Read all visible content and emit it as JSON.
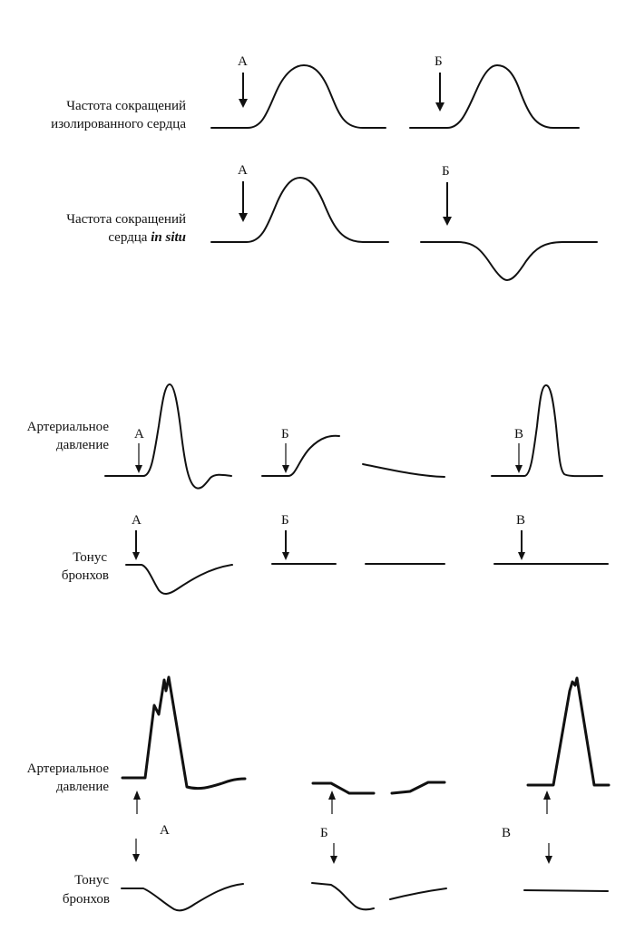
{
  "panel1": {
    "isolated_heart_label": [
      "Частота сокращений",
      "изолированного сердца"
    ],
    "in_situ_label_line1": "Частота сокращений",
    "in_situ_label_line2_prefix": "сердца ",
    "in_situ_label_line2_italic": "in situ",
    "markers": [
      "А",
      "Б"
    ]
  },
  "panel2": {
    "pressure_label": [
      "Артериальное",
      "давление"
    ],
    "bronchi_label": [
      "Тонус",
      "бронхов"
    ],
    "markers": [
      "А",
      "Б",
      "В"
    ]
  },
  "panel3": {
    "pressure_label": [
      "Артериальное",
      "давление"
    ],
    "bronchi_label": [
      "Тонус",
      "бронхов"
    ],
    "markers": [
      "А",
      "Б",
      "В"
    ]
  }
}
